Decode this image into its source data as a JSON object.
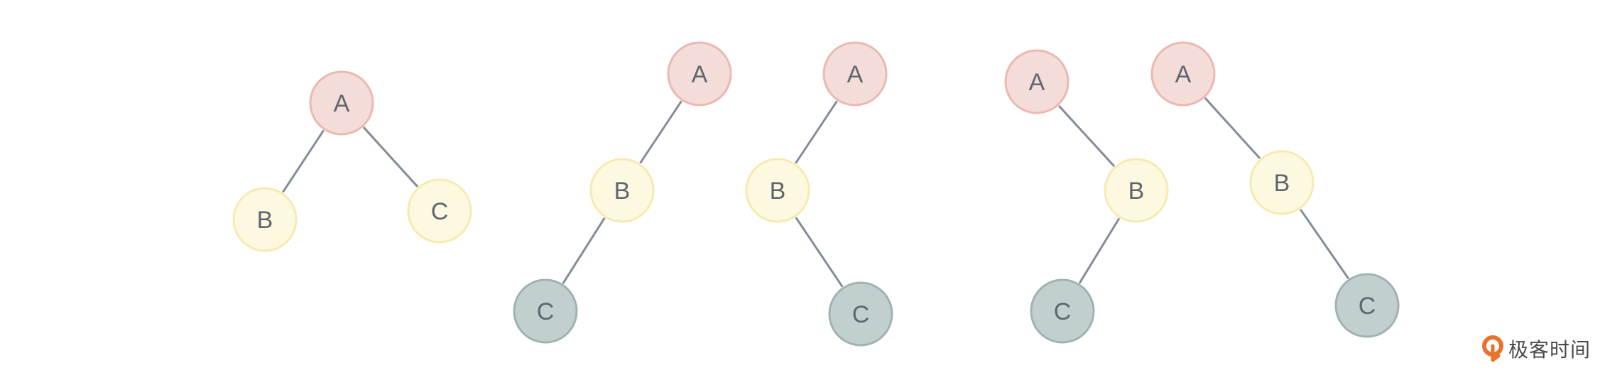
{
  "colors": {
    "root_fill": "#f4dcd9",
    "root_stroke": "#eab9b0",
    "mid_fill": "#fdf9e0",
    "mid_stroke": "#f7eab0",
    "leaf_fill": "#c1cfcf",
    "leaf_stroke": "#a1b2b3",
    "edge": "#858c99",
    "label": "#5f6670",
    "brand_orange": "#e8742b"
  },
  "trees": [
    {
      "nodes": [
        {
          "id": "A",
          "label": "A",
          "type": "root"
        },
        {
          "id": "B",
          "label": "B",
          "type": "mid"
        },
        {
          "id": "C",
          "label": "C",
          "type": "mid"
        }
      ],
      "edges": [
        [
          "A",
          "B"
        ],
        [
          "A",
          "C"
        ]
      ]
    },
    {
      "nodes": [
        {
          "id": "A",
          "label": "A",
          "type": "root"
        },
        {
          "id": "B",
          "label": "B",
          "type": "mid"
        },
        {
          "id": "C",
          "label": "C",
          "type": "leaf"
        }
      ],
      "edges": [
        [
          "A",
          "B"
        ],
        [
          "B",
          "C"
        ]
      ]
    },
    {
      "nodes": [
        {
          "id": "A",
          "label": "A",
          "type": "root"
        },
        {
          "id": "B",
          "label": "B",
          "type": "mid"
        },
        {
          "id": "C",
          "label": "C",
          "type": "leaf"
        }
      ],
      "edges": [
        [
          "A",
          "B"
        ],
        [
          "B",
          "C"
        ]
      ]
    },
    {
      "nodes": [
        {
          "id": "A",
          "label": "A",
          "type": "root"
        },
        {
          "id": "B",
          "label": "B",
          "type": "mid"
        },
        {
          "id": "C",
          "label": "C",
          "type": "leaf"
        }
      ],
      "edges": [
        [
          "A",
          "B"
        ],
        [
          "B",
          "C"
        ]
      ]
    },
    {
      "nodes": [
        {
          "id": "A",
          "label": "A",
          "type": "root"
        },
        {
          "id": "B",
          "label": "B",
          "type": "mid"
        },
        {
          "id": "C",
          "label": "C",
          "type": "leaf"
        }
      ],
      "edges": [
        [
          "A",
          "B"
        ],
        [
          "B",
          "C"
        ]
      ]
    }
  ],
  "brand": {
    "text": "极客时间",
    "icon": "geektime-logo-icon"
  }
}
